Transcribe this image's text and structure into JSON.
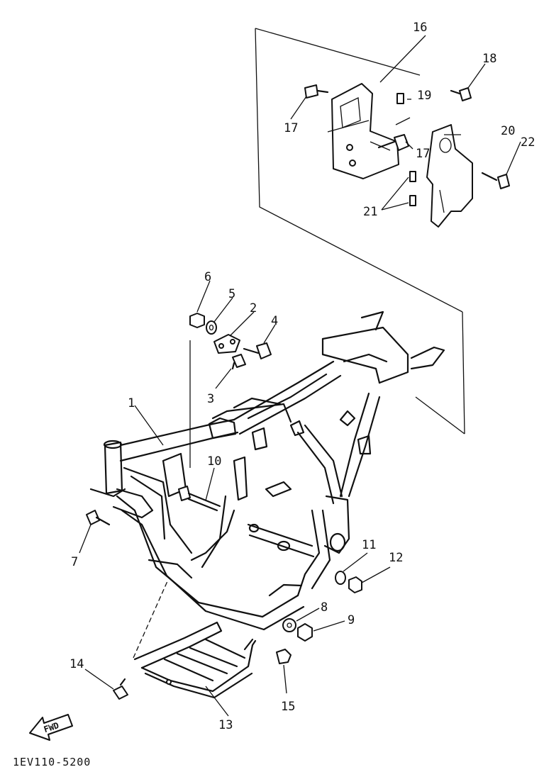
{
  "diagram": {
    "id_code": "1EV110-5200",
    "fwd_label": "FWD",
    "callouts": [
      {
        "num": "1"
      },
      {
        "num": "2"
      },
      {
        "num": "3"
      },
      {
        "num": "4"
      },
      {
        "num": "5"
      },
      {
        "num": "6"
      },
      {
        "num": "7"
      },
      {
        "num": "8"
      },
      {
        "num": "9"
      },
      {
        "num": "10"
      },
      {
        "num": "11"
      },
      {
        "num": "12"
      },
      {
        "num": "13"
      },
      {
        "num": "14"
      },
      {
        "num": "15"
      },
      {
        "num": "16"
      },
      {
        "num": "17"
      },
      {
        "num": "17"
      },
      {
        "num": "18"
      },
      {
        "num": "19"
      },
      {
        "num": "20"
      },
      {
        "num": "21"
      },
      {
        "num": "22"
      }
    ]
  }
}
